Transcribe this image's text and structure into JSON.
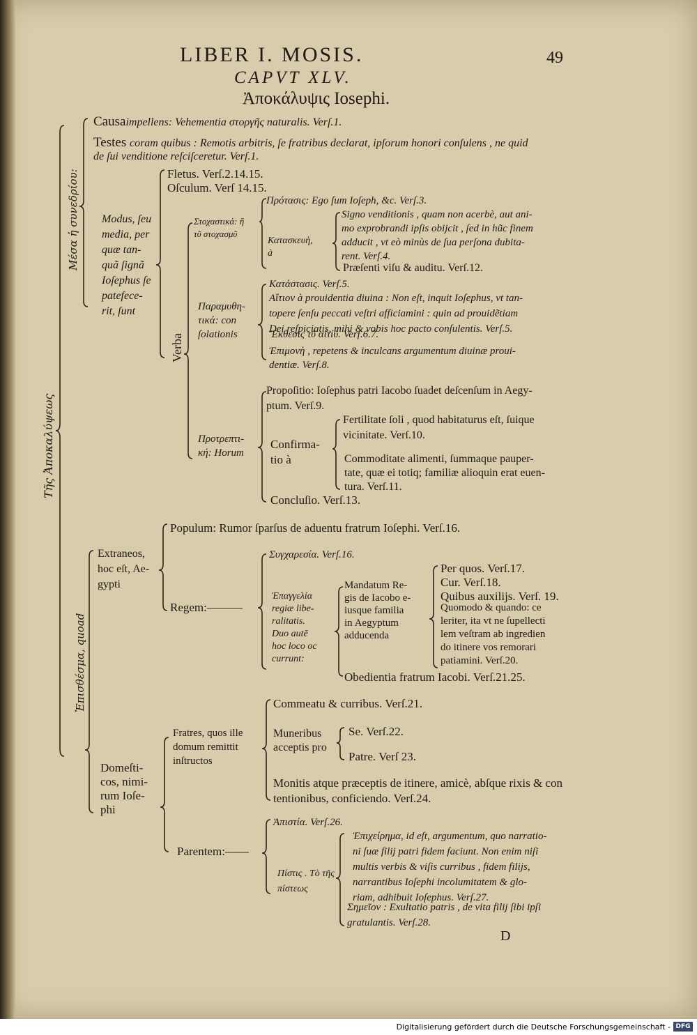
{
  "header": {
    "running_title": "LIBER I. MOSIS.",
    "page_number": "49",
    "chapter": "CAPVT XLV.",
    "title": "Ἀποκάλυψις Iosephi."
  },
  "rotated": {
    "main": "Τῆς Ἀποκαλύψεως",
    "section_a": "Μέσα ἡ συνεδρίου:",
    "section_b": "Ἐπισθέσμα, quoad"
  },
  "part1": {
    "causa_head": "Causa",
    "causa_text": "impellens: Vehementia στοργῆς naturalis. Verſ.1.",
    "testes_head": "Testes",
    "testes_line1": "coram quibus : Remotis arbitris, ſe fratribus declarat, ipſorum honori conſulens , ne quid",
    "testes_line2": "de ſui venditione reſciſceretur. Verſ.1.",
    "modus_lines": [
      "Modus, ſeu",
      "media, per",
      "quæ  tan-",
      "quã ſignã",
      "Ioſephus ſe",
      "patefece-",
      "rit, ſunt"
    ],
    "fletus": "Fletus. Verſ.2.14.15.",
    "osculum": "Oſculum. Verſ 14.15.",
    "verba": "Verba",
    "stoch_lines": [
      "Στοχαστικά: ἢ",
      "τῦ στοχασμῦ"
    ],
    "protasis": "Πρότασις: Ego ſum Ioſeph, &c. Verſ.3.",
    "kataskeue_lines": [
      "Κατασκευὴ,",
      "à"
    ],
    "signo_lines": [
      "Signo venditionis , quam non acerbè, aut ani-",
      "mo exprobrandi ipſis obijcit , ſed in hũc finem",
      "adducit , vt eò minùs de ſua perſona dubita-",
      "rent. Verſ.4."
    ],
    "praesenti": "Præſenti viſu & auditu. Verſ.12.",
    "paramyth_lines": [
      "Παραμυθη-",
      "τικά: con",
      "ſolationis"
    ],
    "katastasis": "Κατάστασις. Verſ.5.",
    "aition_lines": [
      "Αἴτιον à prouidentia diuina : Non eſt, inquit Ioſephus, vt tan-",
      "topere ſenſu peccati veſtri afficiamini : quin ad prouidẽtiam",
      "Dei reſpiciatis, mihi & vobis hoc pacto conſulentis. Verſ.5."
    ],
    "ekthesis": "Ἔκθεσις τῦ αἰτίῦ. Verſ.6.7.",
    "epimone_lines": [
      "Ἐπιμονὴ , repetens & inculcans argumentum diuinæ proui-",
      "dentiæ. Verſ.8."
    ],
    "protrept_lines": [
      "Προτρεπτι-",
      "κή: Horum"
    ],
    "propositio_lines": [
      "Propoſitio: Ioſephus patri Iacobo ſuadet deſcenſum in Aegy-",
      "ptum. Verſ.9."
    ],
    "confirmatio_lines": [
      "Confirma-",
      "tio à"
    ],
    "fertilitate_lines": [
      "Fertilitate ſoli , quod habitaturus eſt, ſuique",
      "vicinitate. Verſ.10."
    ],
    "commoditate_lines": [
      "Commoditate alimenti, ſummaque pauper-",
      "tate, quæ ei totiq; familiæ alioquin erat euen-",
      "tura. Verſ.11."
    ],
    "conclusio": "Concluſio. Verſ.13."
  },
  "part2": {
    "extraneos_lines": [
      "Extraneos,",
      "hoc eſt, Ae-",
      "gypti"
    ],
    "populum": "Populum: Rumor ſparſus de aduentu fratrum Ioſephi. Verſ.16.",
    "regem": "Regem:———",
    "synchairesia": "Συγχαρεσία. Verſ.16.",
    "epangelia_lines": [
      "Ἐπαγγελία",
      "regiæ libe-",
      "ralitatis.",
      "Duo autē",
      "hoc loco oc",
      "currunt:"
    ],
    "mandatum_lines": [
      "Mandatum Re-",
      "gis de Iacobo e-",
      "iusque familia",
      "in  Aegyptum",
      "adducenda"
    ],
    "per_quos": "Per quos. Verſ.17.",
    "cur": "Cur. Verſ.18.",
    "quibus": "Quibus auxilijs. Verſ. 19.",
    "quomodo_lines": [
      "Quomodo & quando: ce",
      "leriter, ita vt ne ſupellecti",
      "lem veſtram ab ingredien",
      "do itinere vos remorari",
      "patiamini. Verſ.20."
    ],
    "obedientia": "Obedientia fratrum Iacobi. Verſ.21.25.",
    "domestici_lines": [
      "Domeſti-",
      "cos, nimi-",
      "rum  Ioſe-",
      "phi"
    ],
    "fratres_lines": [
      "Fratres, quos ille",
      "domum remittit",
      "inſtructos"
    ],
    "commeatu": "Commeatu & curribus. Verſ.21.",
    "muneribus_lines": [
      "Muneribus",
      "acceptis pro"
    ],
    "se": "Se. Verſ.22.",
    "patre": "Patre. Verſ 23.",
    "monitis_lines": [
      "Monitis atque præceptis de itinere, amicè, abſque rixis & con",
      "tentionibus, conficiendo. Verſ.24."
    ],
    "parentem": "Parentem:——",
    "apistia": "Ἀπιστία. Verſ.26.",
    "pistis_lines": [
      "Πίστις . Τὸ τῆς",
      "πίστεως"
    ],
    "epicheirema_lines": [
      "Ἐπιχείρημα, id eſt, argumentum, quo narratio-",
      "ni ſuæ filij patri fidem faciunt. Non enim niſi",
      "multis verbis & viſis curribus , fidem filijs,",
      "narrantibus Ioſephi incolumitatem & glo-",
      "riam, adhibuit Ioſephus. Verſ.27."
    ],
    "semeion_lines": [
      "Σημεῖον : Exultatio patris , de vita filij ſibi ipſi",
      "gratulantis. Verſ.28."
    ]
  },
  "signature": "D",
  "footer": {
    "credit": "Digitalisierung gefördert durch die Deutsche Forschungsgemeinschaft -",
    "logo": "DFG"
  }
}
